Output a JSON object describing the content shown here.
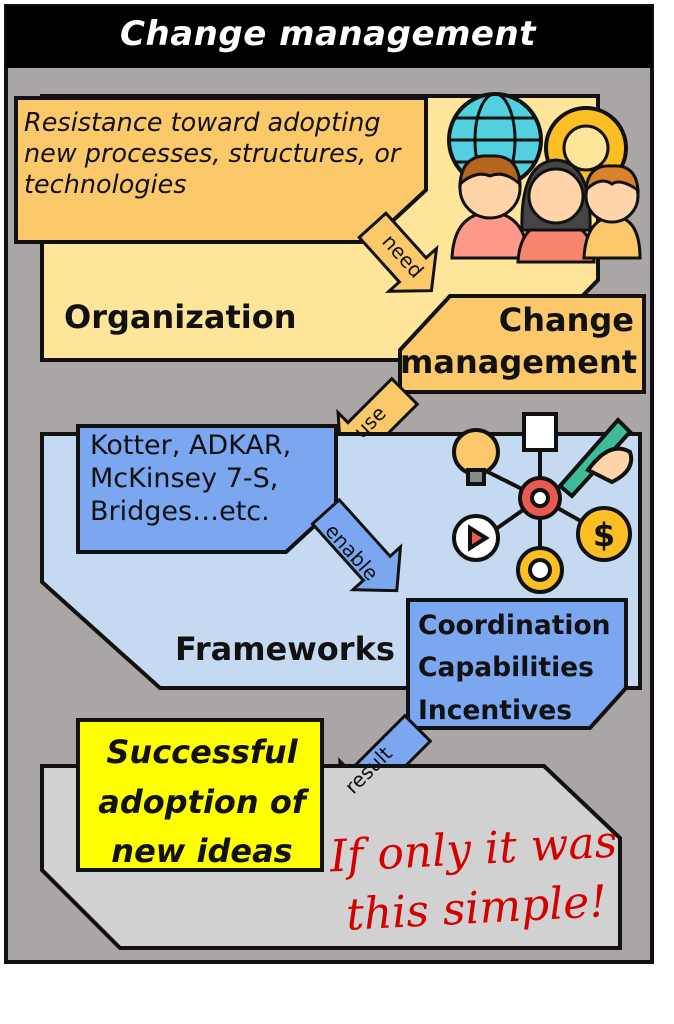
{
  "header": {
    "title": "Change management"
  },
  "organization": {
    "problem_text": "Resistance toward adopting new processes, structures, or technologies",
    "label": "Organization"
  },
  "change_management": {
    "label": "Change management"
  },
  "frameworks": {
    "list_text": "Kotter, ADKAR, McKinsey 7-S, Bridges…etc.",
    "label": "Frameworks",
    "enables": [
      "Coordination",
      "Capabilities",
      "Incentives"
    ]
  },
  "outcome": {
    "text": "Successful adoption of new ideas",
    "note": "If only it was this simple!"
  },
  "arrows": {
    "need": "need",
    "use": "use",
    "enable": "enable",
    "result": "result"
  },
  "icons": [
    "people-gears-icon",
    "strategy-network-icon"
  ],
  "colors": {
    "header_bg": "#000000",
    "panel_bg": "#a9a6a5",
    "org_fill": "#ffe59a",
    "org_box": "#fcc96a",
    "framework_fill": "#c5daf0",
    "framework_box": "#7aa7f0",
    "outcome_fill": "#d1d1d1",
    "success_box": "#ffff00",
    "note_red": "#d40000"
  }
}
